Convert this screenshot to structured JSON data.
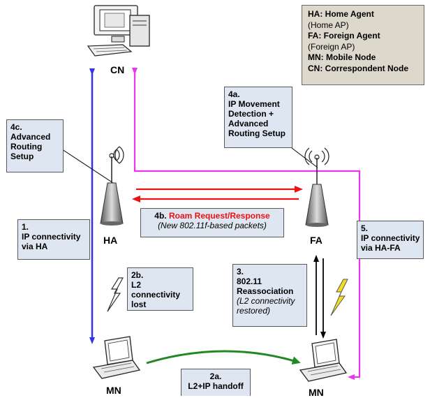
{
  "legend": {
    "lines": [
      {
        "abbr": "HA:",
        "text": " Home Agent"
      },
      {
        "abbr": "",
        "text": "(Home AP)"
      },
      {
        "abbr": "FA:",
        "text": " Foreign Agent"
      },
      {
        "abbr": "",
        "text": "(Foreign AP)"
      },
      {
        "abbr": "MN:",
        "text": " Mobile Node"
      },
      {
        "abbr": "CN:",
        "text": " Correspondent Node"
      }
    ]
  },
  "nodes": {
    "cn": "CN",
    "ha": "HA",
    "fa": "FA",
    "mn_left": "MN",
    "mn_right": "MN"
  },
  "steps": {
    "s1": {
      "num": "1.",
      "text": "IP connectivity via HA"
    },
    "s2a": {
      "num": "2a.",
      "text": "L2+IP handoff"
    },
    "s2b": {
      "num": "2b.",
      "text": "L2 connectivity lost"
    },
    "s3": {
      "num": "3.",
      "line1": "802.11",
      "line2": "Reassociation",
      "italic": "(L2 connectivity restored)"
    },
    "s4a": {
      "num": "4a.",
      "text": "IP Movement Detection + Advanced Routing Setup"
    },
    "s4b": {
      "num": "4b.",
      "title": "Roam Request/Response",
      "italic": "(New 802.11f-based packets)"
    },
    "s4c": {
      "num": "4c.",
      "text": "Advanced Routing Setup"
    },
    "s5": {
      "num": "5.",
      "text": "IP connectivity via HA-FA"
    }
  },
  "colors": {
    "blue_path": "#3333ee",
    "magenta_path": "#ee33ee",
    "red_roam": "#ee1111",
    "green_handoff": "#228822",
    "box_fill": "#dde6f1",
    "legend_fill": "#ddd8cc"
  }
}
